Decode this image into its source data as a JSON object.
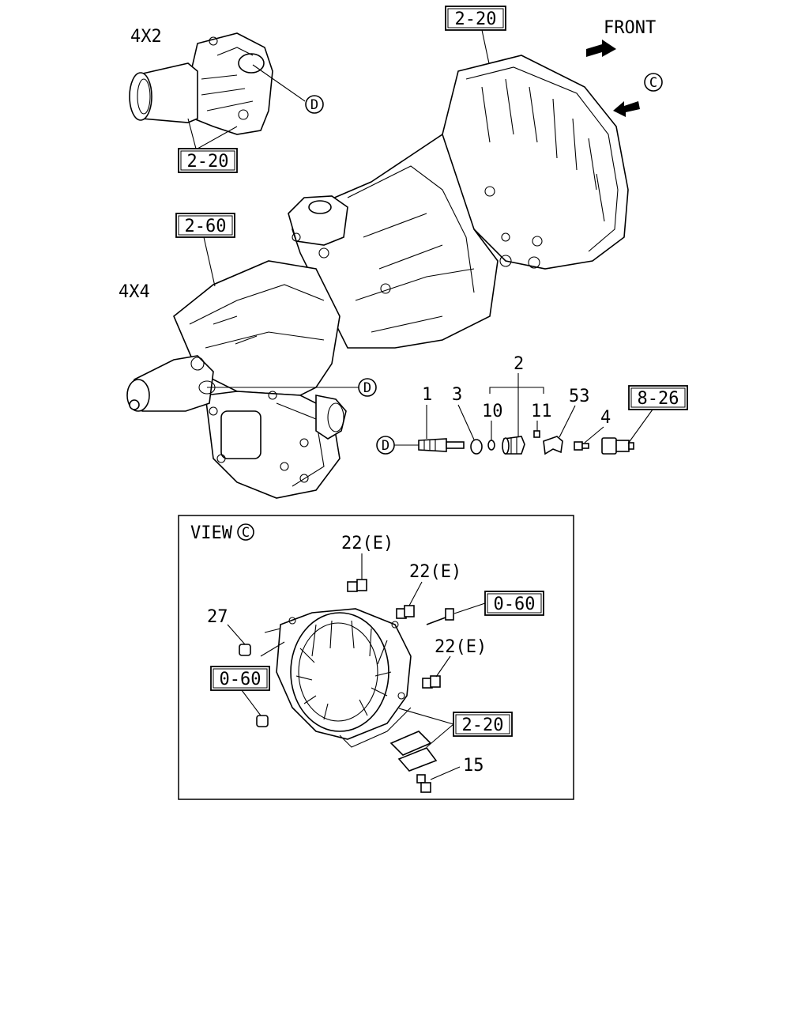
{
  "labels": {
    "variant_4x2": "4X2",
    "variant_4x4": "4X4",
    "front": "FRONT",
    "circle_c": "C",
    "circle_d": "D",
    "ref_2_20": "2-20",
    "ref_2_60": "2-60",
    "ref_8_26": "8-26",
    "ref_0_60": "0-60",
    "part_1": "1",
    "part_2": "2",
    "part_3": "3",
    "part_4": "4",
    "part_10": "10",
    "part_11": "11",
    "part_53": "53",
    "part_22e": "22(E)",
    "part_27": "27",
    "part_15": "15",
    "view": "VIEW"
  }
}
